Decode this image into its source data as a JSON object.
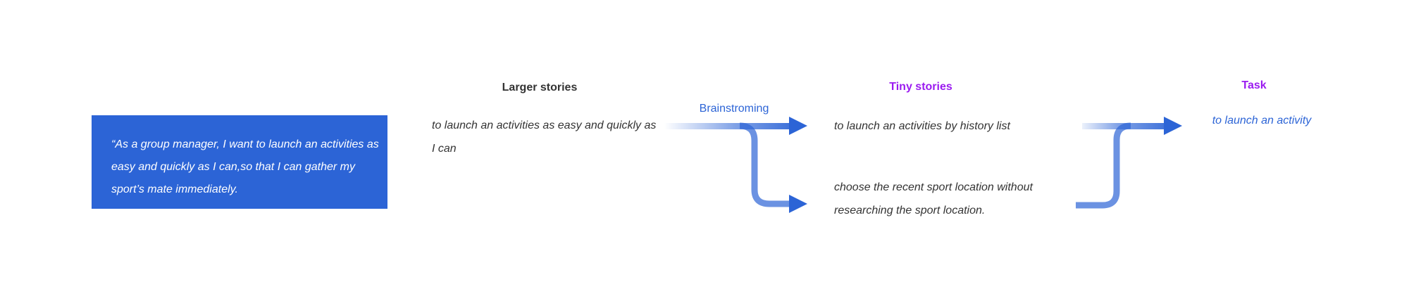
{
  "user_story": "“As a group manager, I want to launch an activities as easy and quickly as I can,so that I can gather my sport’s mate immediately.",
  "columns": {
    "larger": {
      "title": "Larger stories",
      "items": [
        "to launch an activities as easy and quickly as I can"
      ]
    },
    "tiny": {
      "title": "Tiny stories",
      "items": [
        "to launch an activities by history list",
        "choose the recent sport location without researching the sport location."
      ]
    },
    "task": {
      "title": "Task",
      "items": [
        "to launch an activity"
      ]
    }
  },
  "arrow_label": "Brainstroming",
  "colors": {
    "blue": "#2C64D6",
    "purple": "#9B1BF0",
    "text": "#333333"
  }
}
